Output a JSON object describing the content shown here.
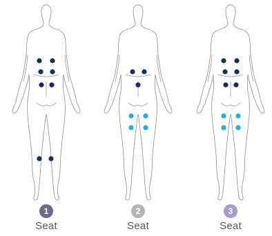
{
  "colors": {
    "dark_dot": "#1c2a5c",
    "light_dot": "#1eaee8"
  },
  "figures": [
    {
      "badge": "1",
      "badge_color": "#6e6a8e",
      "label": "Seat",
      "points": [
        {
          "name": "upper-back-left",
          "tone": "dark"
        },
        {
          "name": "upper-back-right",
          "tone": "dark"
        },
        {
          "name": "mid-back-left",
          "tone": "dark"
        },
        {
          "name": "mid-back-right",
          "tone": "dark"
        },
        {
          "name": "lower-back-left",
          "tone": "dark"
        },
        {
          "name": "lower-back-right",
          "tone": "dark"
        },
        {
          "name": "calf-left",
          "tone": "dark"
        },
        {
          "name": "calf-right",
          "tone": "dark"
        }
      ]
    },
    {
      "badge": "2",
      "badge_color": "#b5b5b5",
      "label": "Seat",
      "points": [
        {
          "name": "mid-back-left",
          "tone": "dark"
        },
        {
          "name": "mid-back-right",
          "tone": "dark"
        },
        {
          "name": "lower-back-center",
          "tone": "dark"
        },
        {
          "name": "thigh-upper-left",
          "tone": "light"
        },
        {
          "name": "thigh-upper-right",
          "tone": "light"
        },
        {
          "name": "thigh-lower-left",
          "tone": "light"
        },
        {
          "name": "thigh-lower-right",
          "tone": "light"
        }
      ]
    },
    {
      "badge": "3",
      "badge_color": "#a99ad2",
      "label": "Seat",
      "points": [
        {
          "name": "upper-back-left",
          "tone": "dark"
        },
        {
          "name": "upper-back-right",
          "tone": "dark"
        },
        {
          "name": "mid-back-left",
          "tone": "dark"
        },
        {
          "name": "mid-back-right",
          "tone": "dark"
        },
        {
          "name": "lower-back-left",
          "tone": "dark"
        },
        {
          "name": "lower-back-right",
          "tone": "dark"
        },
        {
          "name": "thigh-upper-left",
          "tone": "light"
        },
        {
          "name": "thigh-upper-right",
          "tone": "light"
        },
        {
          "name": "thigh-lower-left",
          "tone": "light"
        },
        {
          "name": "thigh-lower-right",
          "tone": "light"
        }
      ]
    }
  ]
}
